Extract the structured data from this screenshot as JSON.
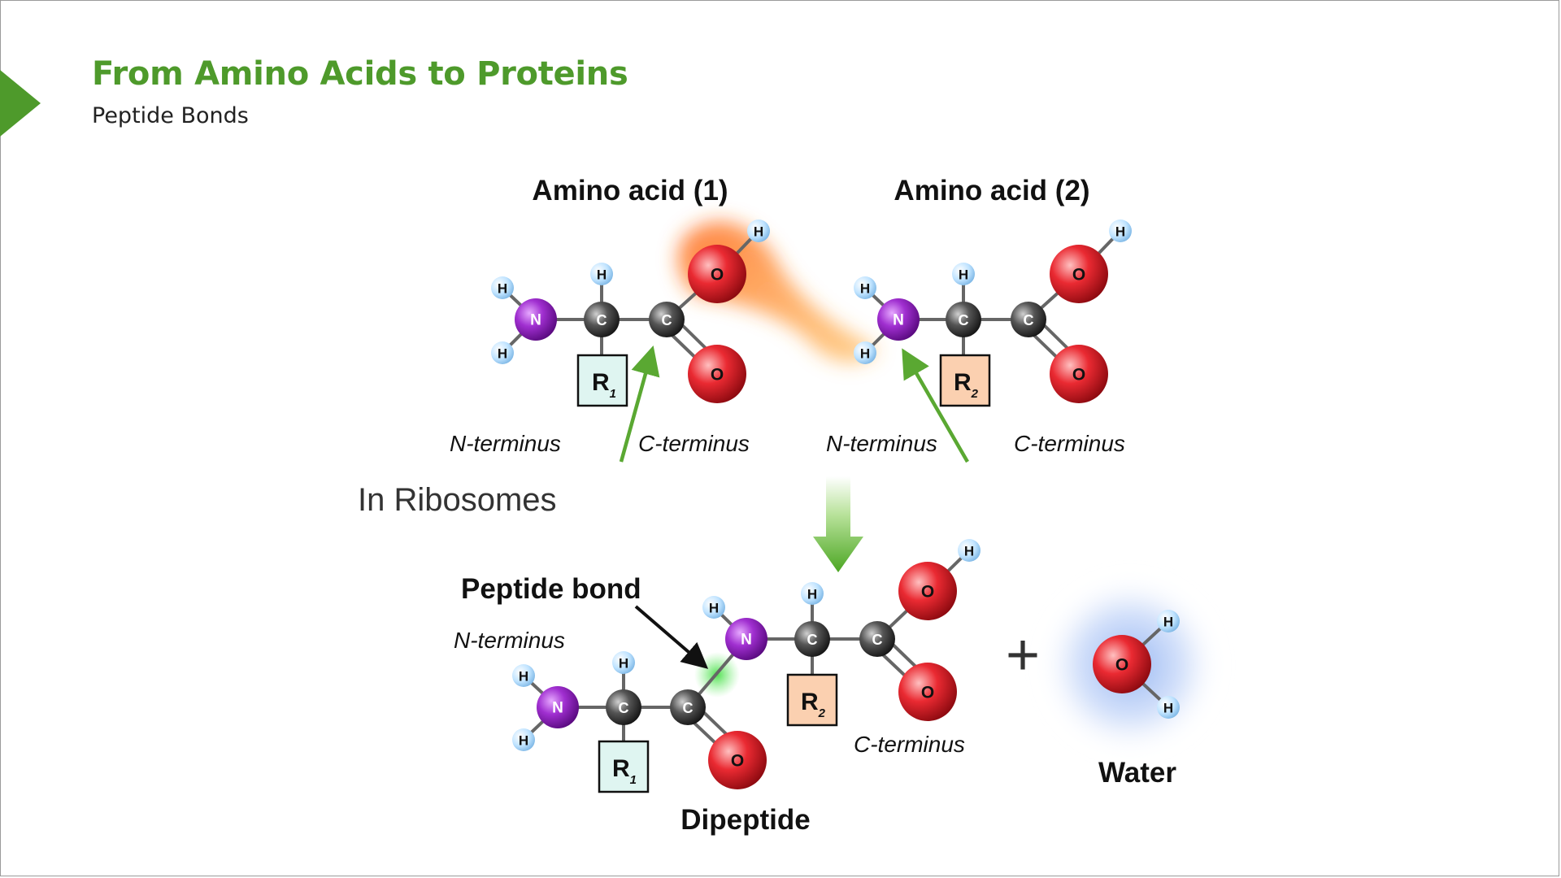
{
  "slide": {
    "title": "From Amino Acids to Proteins",
    "subtitle": "Peptide Bonds",
    "accent_color": "#4e9a2b"
  },
  "diagram": {
    "amino_acid_1": {
      "title": "Amino acid (1)",
      "n_label": "N-terminus",
      "c_label": "C-terminus",
      "r_group": "R",
      "r_sub": "1"
    },
    "amino_acid_2": {
      "title": "Amino acid (2)",
      "n_label": "N-terminus",
      "c_label": "C-terminus",
      "r_group": "R",
      "r_sub": "2"
    },
    "process_label": "In Ribosomes",
    "product": {
      "peptide_bond_label": "Peptide bond",
      "n_label": "N-terminus",
      "c_label": "C-terminus",
      "name": "Dipeptide",
      "plus": "+",
      "water_label": "Water"
    },
    "atoms": {
      "H": "H",
      "N": "N",
      "C": "C",
      "O": "O"
    },
    "colors": {
      "hydrogen": "#bfe3ff",
      "nitrogen": "#8a1fb5",
      "carbon": "#444444",
      "oxygen": "#e0202a",
      "r1_box": "#dff5f1",
      "r2_box": "#fbd0b0",
      "arrow_green": "#5aa832",
      "water_glow": "#8fb1f2",
      "reaction_glow": "#ff7a20"
    }
  }
}
